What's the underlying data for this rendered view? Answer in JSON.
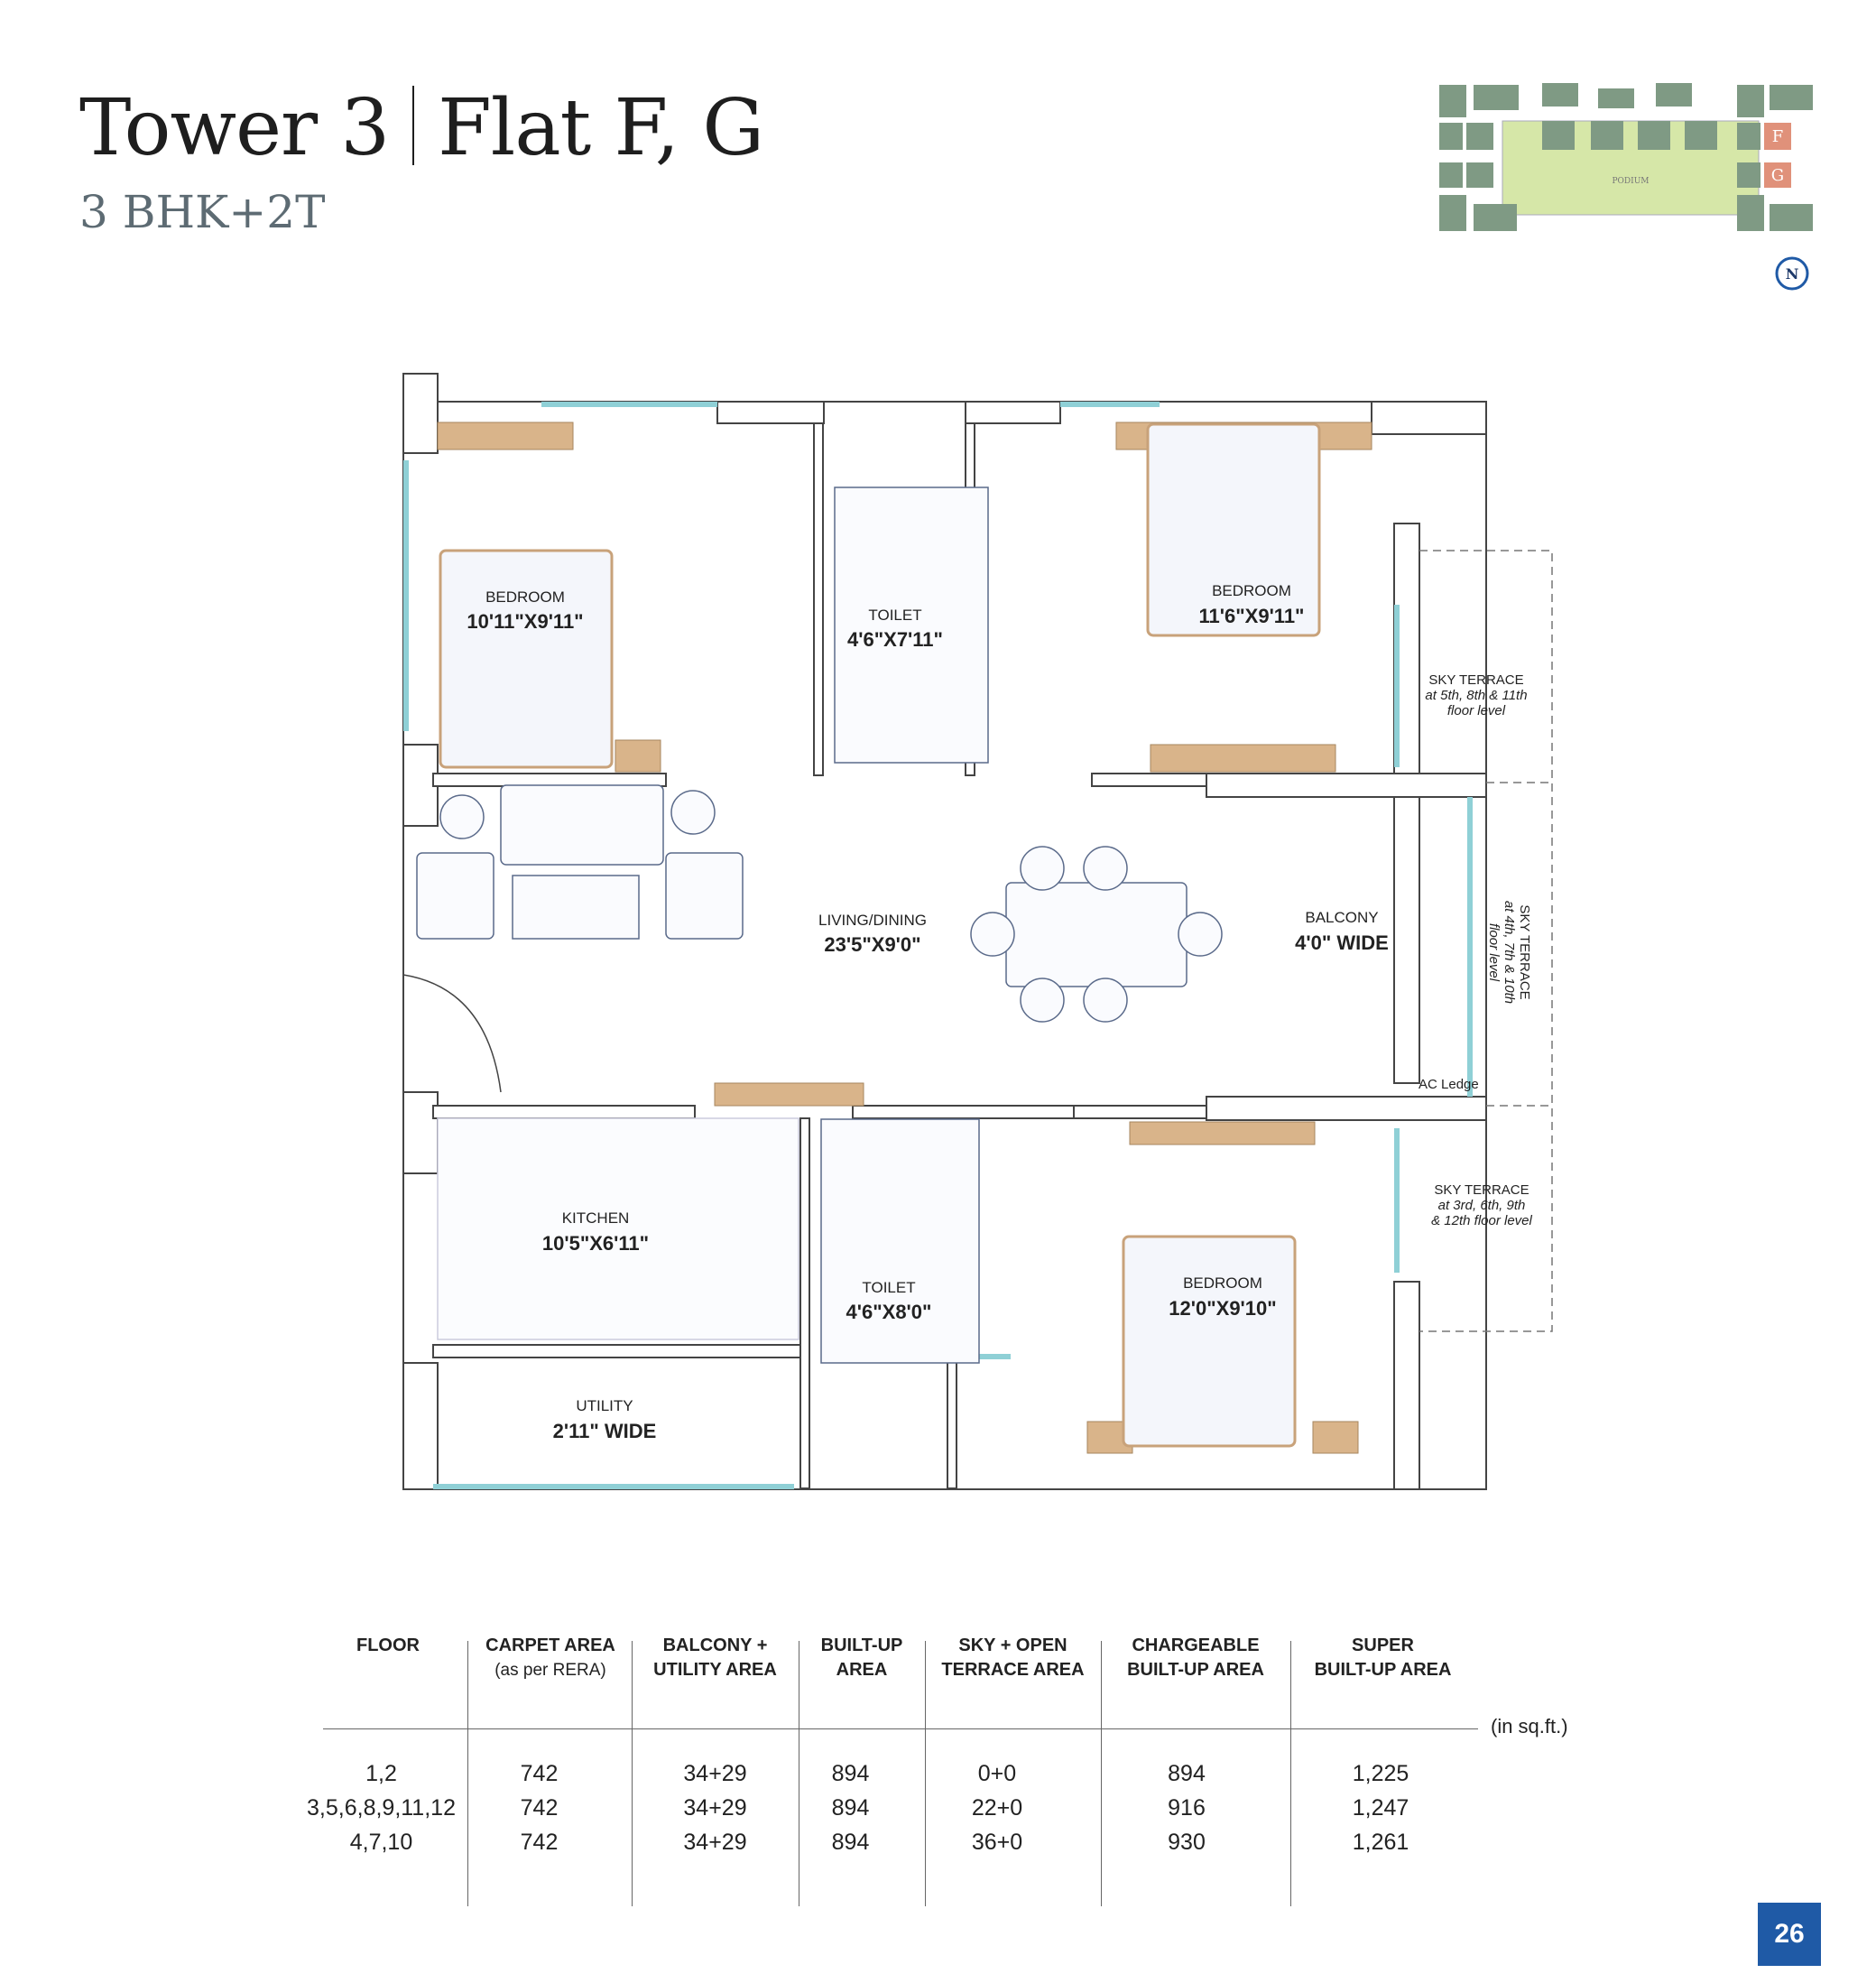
{
  "header": {
    "title_left": "Tower 3",
    "title_right": "Flat F, G",
    "subtitle": "3 BHK+2T"
  },
  "keyplan": {
    "podium_label": "PODIUM",
    "flag_f": "F",
    "flag_g": "G",
    "north_label": "N"
  },
  "rooms": {
    "bedroom1": {
      "name": "BEDROOM",
      "size": "10'11\"X9'11\""
    },
    "toilet1": {
      "name": "TOILET",
      "size": "4'6\"X7'11\""
    },
    "bedroom2": {
      "name": "BEDROOM",
      "size": "11'6\"X9'11\""
    },
    "living": {
      "name": "LIVING/DINING",
      "size": "23'5\"X9'0\""
    },
    "balcony": {
      "name": "BALCONY",
      "size": "4'0\" WIDE"
    },
    "kitchen": {
      "name": "KITCHEN",
      "size": "10'5\"X6'11\""
    },
    "toilet2": {
      "name": "TOILET",
      "size": "4'6\"X8'0\""
    },
    "bedroom3": {
      "name": "BEDROOM",
      "size": "12'0\"X9'10\""
    },
    "utility": {
      "name": "UTILITY",
      "size": "2'11\" WIDE"
    }
  },
  "annotations": {
    "sky_terrace_1": {
      "title": "SKY TERRACE",
      "l1": "at 5th, 8th & 11th",
      "l2": "floor level"
    },
    "sky_terrace_2": {
      "title": "SKY TERRACE",
      "l1": "at 4th, 7th & 10th",
      "l2": "floor level"
    },
    "sky_terrace_3": {
      "title": "SKY TERRACE",
      "l1": "at 3rd, 6th, 9th",
      "l2": "& 12th floor level"
    },
    "ac_ledge": "AC Ledge"
  },
  "table": {
    "unit_note": "(in sq.ft.)",
    "headers": [
      {
        "l1": "FLOOR",
        "l2": ""
      },
      {
        "l1": "CARPET AREA",
        "l2": "(as per RERA)"
      },
      {
        "l1": "BALCONY +",
        "l2": "UTILITY AREA"
      },
      {
        "l1": "BUILT-UP",
        "l2": "AREA"
      },
      {
        "l1": "SKY + OPEN",
        "l2": "TERRACE AREA"
      },
      {
        "l1": "CHARGEABLE",
        "l2": "BUILT-UP AREA"
      },
      {
        "l1": "SUPER",
        "l2": "BUILT-UP AREA"
      }
    ],
    "rows": [
      [
        "1,2",
        "742",
        "34+29",
        "894",
        "0+0",
        "894",
        "1,225"
      ],
      [
        "3,5,6,8,9,11,12",
        "742",
        "34+29",
        "894",
        "22+0",
        "916",
        "1,247"
      ],
      [
        "4,7,10",
        "742",
        "34+29",
        "894",
        "36+0",
        "930",
        "1,261"
      ]
    ]
  },
  "page_number": "26",
  "colors": {
    "accent_blue": "#1f5aa6",
    "wall": "#ffffff",
    "wall_stroke": "#444444",
    "wood": "#d9b48a",
    "glass": "#8fd0d6",
    "podium": "#d6e7a8",
    "tower": "#7f9a84",
    "flag": "#e0917a"
  }
}
